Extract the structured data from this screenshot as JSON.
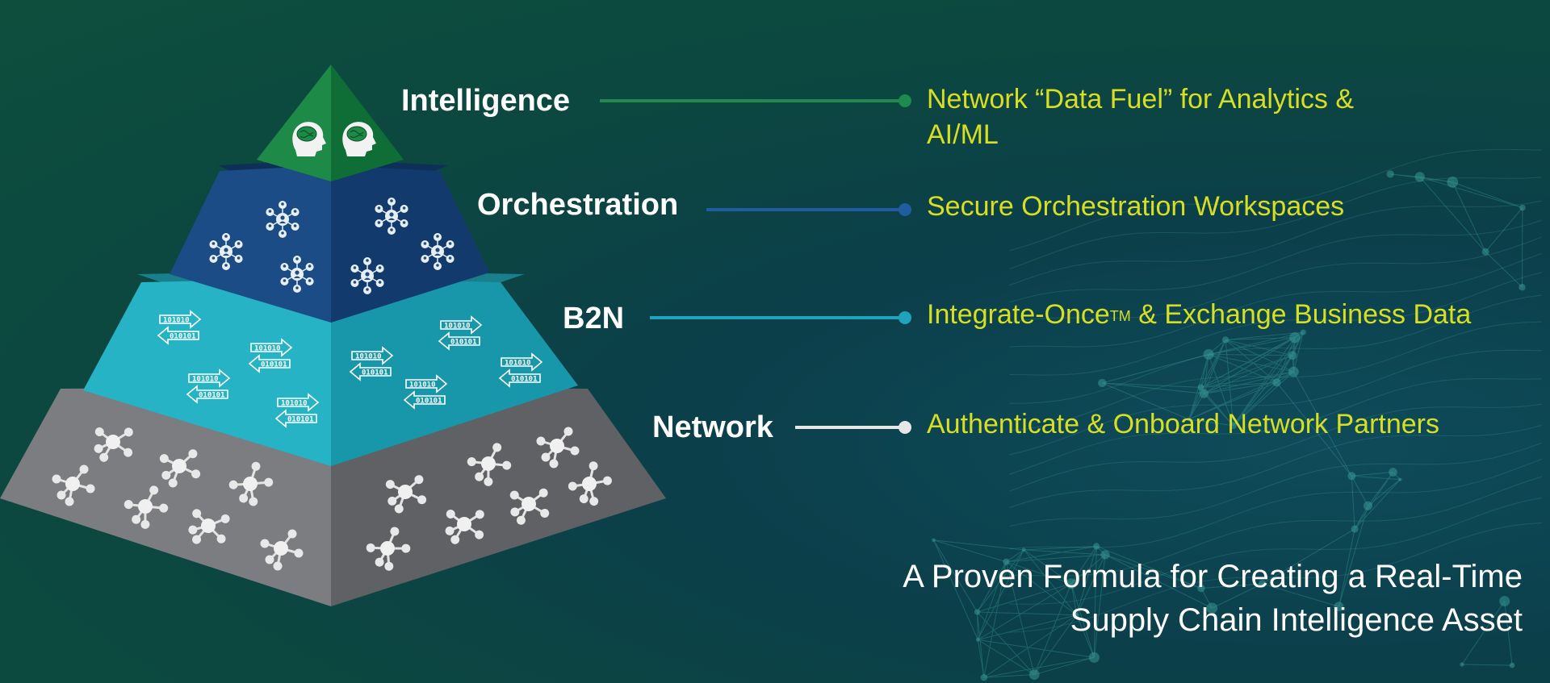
{
  "layers": [
    {
      "name": "Intelligence",
      "description_line1": "Network “Data Fuel” for Analytics &",
      "description_line2": "AI/ML",
      "line_color": "#1e8a4e",
      "icon": "brain-head-icon"
    },
    {
      "name": "Orchestration",
      "description": "Secure Orchestration Workspaces",
      "line_color": "#1f5d9e",
      "icon": "hub-people-icon"
    },
    {
      "name": "B2N",
      "description_before_tm": "Integrate-Once",
      "tm": "TM",
      "description_after_tm": " & Exchange Business Data",
      "line_color": "#1fa3bd",
      "icon": "binary-exchange-icon"
    },
    {
      "name": "Network",
      "description": "Authenticate & Onboard Network Partners",
      "line_color": "#e6e6e6",
      "icon": "molecule-node-icon"
    }
  ],
  "binary_top": "101010",
  "binary_bottom": "010101",
  "tagline": {
    "line1": "A Proven Formula for Creating a Real-Time",
    "line2": "Supply Chain Intelligence Asset"
  },
  "colors": {
    "intelligence_left": "#1e8a48",
    "intelligence_right": "#0f6e36",
    "orchestration_left": "#1b4c86",
    "orchestration_right": "#123a6d",
    "b2n_left": "#25b3c5",
    "b2n_right": "#1897ab",
    "network_left": "#7b7d80",
    "network_right": "#5f6164",
    "description_text": "#d8df22"
  }
}
